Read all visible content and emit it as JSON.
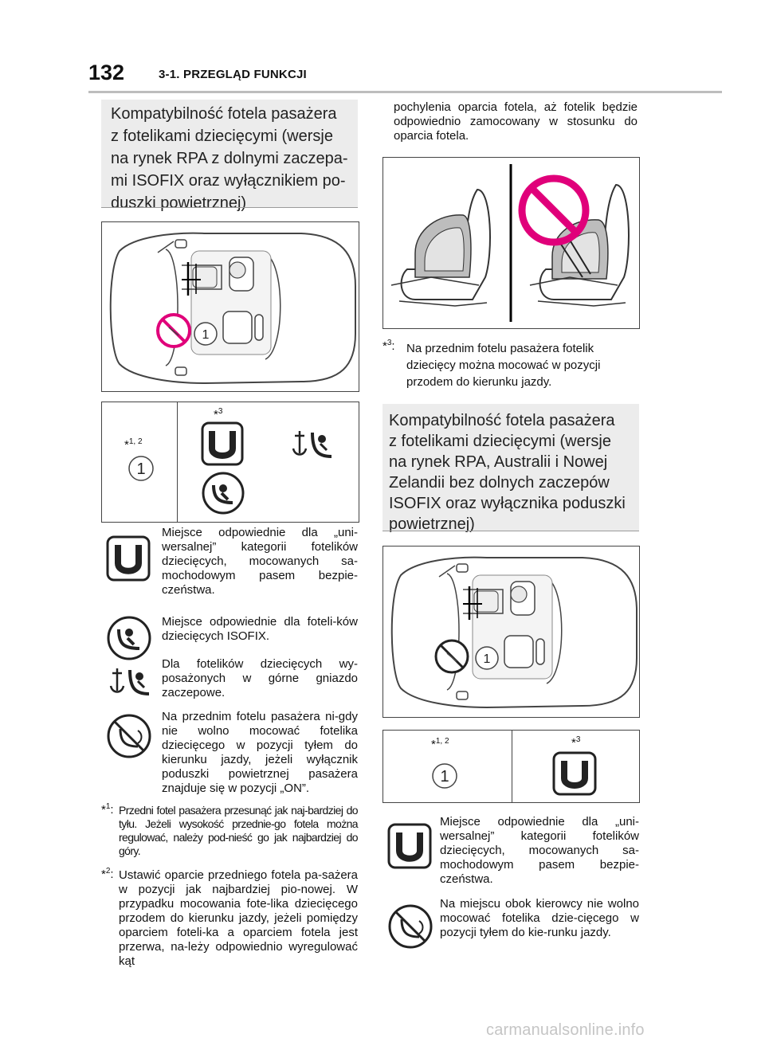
{
  "header": {
    "page_number": "132",
    "section": "3-1. PRZEGLĄD FUNKCJI"
  },
  "left": {
    "heading": "Kompatybilność fotela pasażera z fotelikami dziecięcymi (wersje na rynek RPA z dolnymi zaczepa-mi ISOFIX oraz wyłącznikiem po-duszki powietrznej)",
    "heading_lines": [
      "Kompatybilność fotela pasażera",
      "z fotelikami dziecięcymi (wersje",
      "na rynek RPA z dolnymi zaczepa-",
      "mi ISOFIX oraz wyłącznikiem po-",
      "duszki powietrznej)"
    ],
    "seat_label": "1",
    "table": {
      "col1_mark": "*",
      "col1_sup": "1, 2",
      "col1_value": "1",
      "col2_mark": "*",
      "col2_sup": "3"
    },
    "legend": [
      {
        "icon": "universal-u-icon",
        "text": "Miejsce odpowiednie dla „uni-wersalnej” kategorii fotelików dziecięcych, mocowanych sa-mochodowym pasem bezpie-czeństwa."
      },
      {
        "icon": "isofix-seat-icon",
        "text": "Miejsce odpowiednie dla foteli-ków dziecięcych ISOFIX."
      },
      {
        "icon": "top-tether-anchor-icon",
        "text": "Dla fotelików dziecięcych wy-posażonych w górne gniazdo zaczepowe."
      },
      {
        "icon": "rear-facing-prohibited-icon",
        "text": "Na przednim fotelu pasażera ni-gdy nie wolno mocować fotelika dziecięcego w pozycji tyłem do kierunku jazdy, jeżeli wyłącznik poduszki powietrznej pasażera znajduje się w pozycji „ON”."
      }
    ],
    "footnotes": [
      {
        "mark": "*",
        "sup": "1",
        "text": "Przedni fotel pasażera przesunąć jak naj-bardziej do tyłu. Jeżeli wysokość przednie-go fotela można regulować, należy pod-nieść go jak najbardziej do góry."
      },
      {
        "mark": "*",
        "sup": "2",
        "text": "Ustawić oparcie przedniego fotela pa-sażera w pozycji jak najbardziej pio-nowej. W przypadku mocowania fote-lika dziecięcego przodem do kierunku jazdy, jeżeli pomiędzy oparciem foteli-ka a oparciem fotela jest przerwa, na-leży odpowiednio wyregulować kąt"
      }
    ]
  },
  "right": {
    "continuation": "pochylenia oparcia fotela, aż fotelik będzie odpowiednio zamocowany w stosunku do oparcia fotela.",
    "footnote3": {
      "mark": "*",
      "sup": "3",
      "text": "Na przednim fotelu pasażera fotelik dziecięcy można mocować w pozycji przodem do kierunku jazdy."
    },
    "heading": "Kompatybilność fotela pasażera z fotelikami dziecięcymi (wersje na rynek RPA, Australii i Nowej Zelandii bez dolnych zaczepów ISOFIX oraz wyłącznika poduszki powietrznej)",
    "heading_lines": [
      "Kompatybilność fotela pasażera",
      "z fotelikami dziecięcymi (wersje",
      "na rynek RPA, Australii i Nowej",
      "Zelandii bez dolnych zaczepów",
      "ISOFIX oraz wyłącznika poduszki",
      "powietrznej)"
    ],
    "seat_label": "1",
    "table": {
      "col1_mark": "*",
      "col1_sup": "1, 2",
      "col1_value": "1",
      "col2_mark": "*",
      "col2_sup": "3"
    },
    "legend": [
      {
        "icon": "universal-u-icon",
        "text": "Miejsce odpowiednie dla „uni-wersalnej” kategorii fotelików dziecięcych, mocowanych sa-mochodowym pasem bezpie-czeństwa."
      },
      {
        "icon": "rear-facing-prohibited-icon",
        "text": "Na miejscu obok kierowcy nie wolno mocować fotelika dzie-cięcego w pozycji tyłem do kie-runku jazdy."
      }
    ]
  },
  "watermark": "carmanualsonline.info",
  "colors": {
    "prohibition_magenta": "#e0007a",
    "section_bg": "#ececec",
    "rule_gray": "#bdbdbd"
  }
}
